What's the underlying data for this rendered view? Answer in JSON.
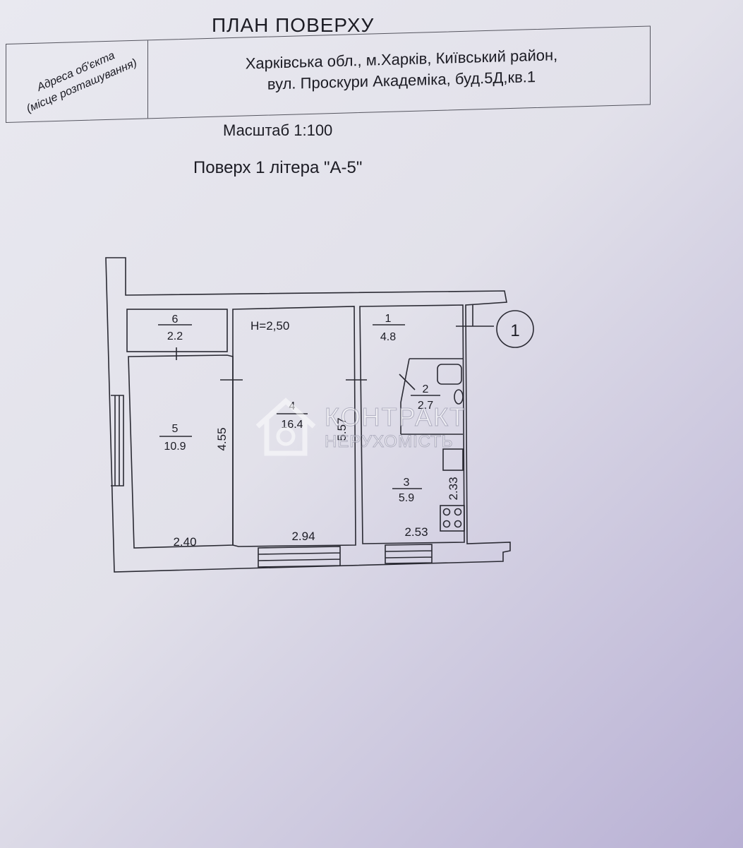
{
  "document": {
    "title": "ПЛАН  ПОВЕРХУ",
    "address_label_line1": "Адреса об'єкта",
    "address_label_line2": "(місце розташування)",
    "address_line1": "Харківська обл., м.Харків, Київський район,",
    "address_line2": "вул. Проскури Академіка, буд.5Д,кв.1",
    "scale": "Масштаб 1:100",
    "floor": "Поверх 1 літера \"А-5\""
  },
  "plan": {
    "ceiling_height": "Н=2,50",
    "section_marker": "1",
    "rooms": [
      {
        "number": "1",
        "area": "4.8"
      },
      {
        "number": "2",
        "area": "2.7"
      },
      {
        "number": "3",
        "area": "5.9"
      },
      {
        "number": "4",
        "area": "16.4"
      },
      {
        "number": "5",
        "area": "10.9"
      },
      {
        "number": "6",
        "area": "2.2"
      }
    ],
    "dimensions": {
      "room5_width": "2.40",
      "room4_width": "2.94",
      "room3_width": "2.53",
      "room5_length": "4.55",
      "room4_length": "5.57",
      "room3_length": "2.33"
    }
  },
  "watermark": {
    "line1": "КОНТРАКТ",
    "line2": "НЕРУХОМІСТЬ"
  },
  "colors": {
    "ink": "#1c1c24",
    "paper": "#e9e9f0"
  }
}
